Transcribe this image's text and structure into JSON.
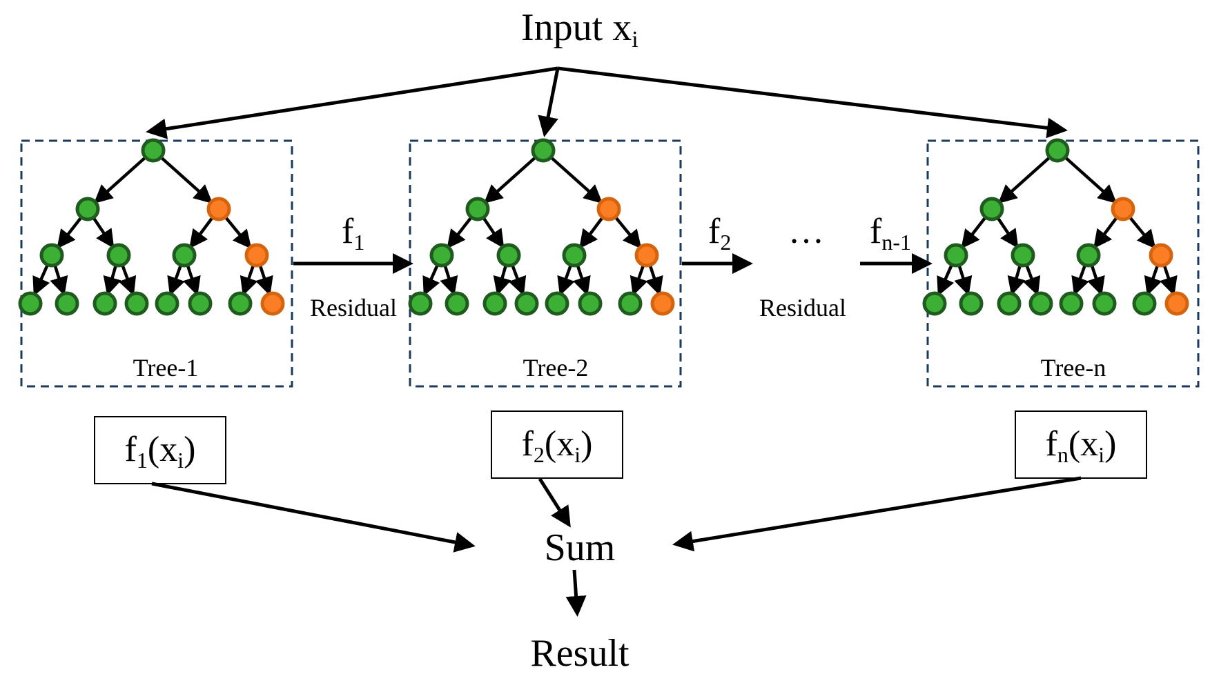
{
  "input": {
    "base": "Input x",
    "sub": "i"
  },
  "trees": [
    {
      "title": "Tree-1",
      "output": {
        "f": "f",
        "fsub": "1",
        "open": "(x",
        "xsub": "i",
        "close": ")"
      }
    },
    {
      "title": "Tree-2",
      "output": {
        "f": "f",
        "fsub": "2",
        "open": "(x",
        "xsub": "i",
        "close": ")"
      }
    },
    {
      "title": "Tree-n",
      "output": {
        "f": "f",
        "fsub": "n",
        "open": "(x",
        "xsub": "i",
        "close": ")"
      }
    }
  ],
  "edges": [
    {
      "f": "f",
      "sub": "1",
      "residual": "Residual"
    },
    {
      "f": "f",
      "sub": "2",
      "residual": "Residual"
    },
    {
      "f": "f",
      "sub": "n-1"
    }
  ],
  "ellipsis": "…",
  "sum": "Sum",
  "result": "Result",
  "colors": {
    "green_fill": "#3cb034",
    "green_stroke": "#1f5a1f",
    "orange_fill": "#fb7d24",
    "orange_stroke": "#d4640d",
    "box_border": "#1b3a5c",
    "arrow": "#000000"
  },
  "tree_pattern": {
    "levels": 4,
    "orange_nodes": [
      "1.1",
      "2.3",
      "3.7"
    ]
  }
}
